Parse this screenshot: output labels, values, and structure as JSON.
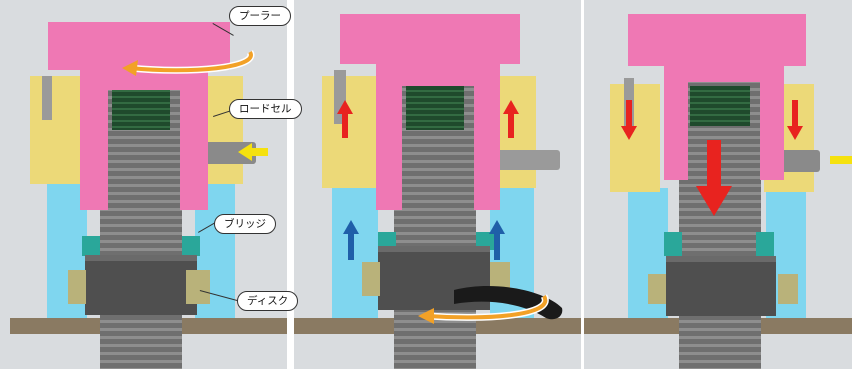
{
  "labels": {
    "puller": "プーラー",
    "load_cell": "ロードセル",
    "bridge": "ブリッジ",
    "disk": "ディスク"
  },
  "colors": {
    "puller_pink": "#ef78b4",
    "load_cell_yellow": "#ecd978",
    "bridge_blue": "#7fd6ef",
    "disk_olive": "#b9b27a",
    "bolt_gray": "#6f6f6f",
    "nut_gray": "#4f4f4f",
    "base_brown": "#8a7a62",
    "arrow_red": "#e8231f",
    "arrow_blue": "#1f5fa8",
    "arrow_orange": "#f2a127",
    "arrow_yellow": "#f5e10e"
  },
  "panels": [
    {
      "name": "stage-1-puller-engage"
    },
    {
      "name": "stage-2-tension-applied"
    },
    {
      "name": "stage-3-load-transfer"
    }
  ]
}
